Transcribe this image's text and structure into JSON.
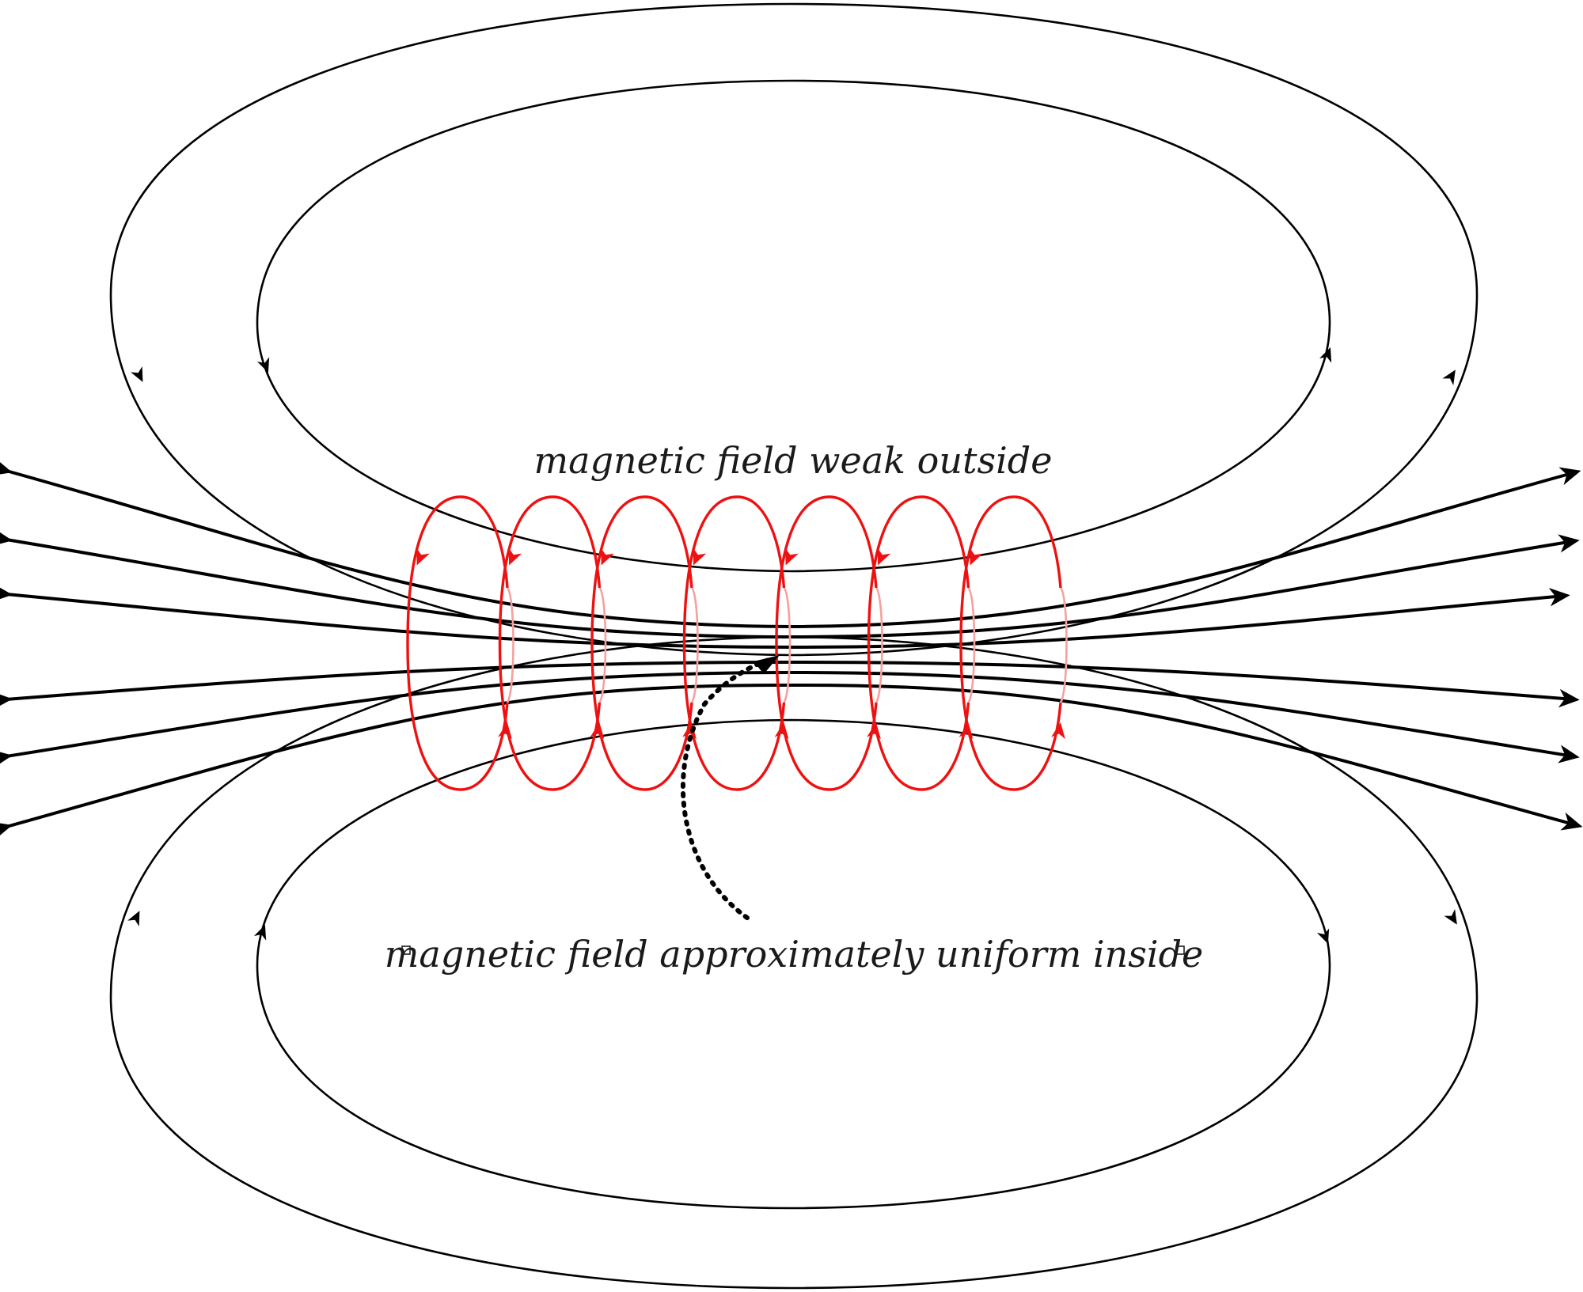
{
  "labels": {
    "outside": "magnetic field weak outside",
    "inside": "magnetic field approximately uniform inside"
  },
  "colors": {
    "field_lines": "#000000",
    "coil": "#ee1111",
    "coil_back": "#f6a0a0",
    "selection_box": "#b4c3f0"
  },
  "coil": {
    "turns": 7
  },
  "field": {
    "outer_loops": 4,
    "open_lines": 6,
    "direction": "left-to-right inside the coil"
  }
}
